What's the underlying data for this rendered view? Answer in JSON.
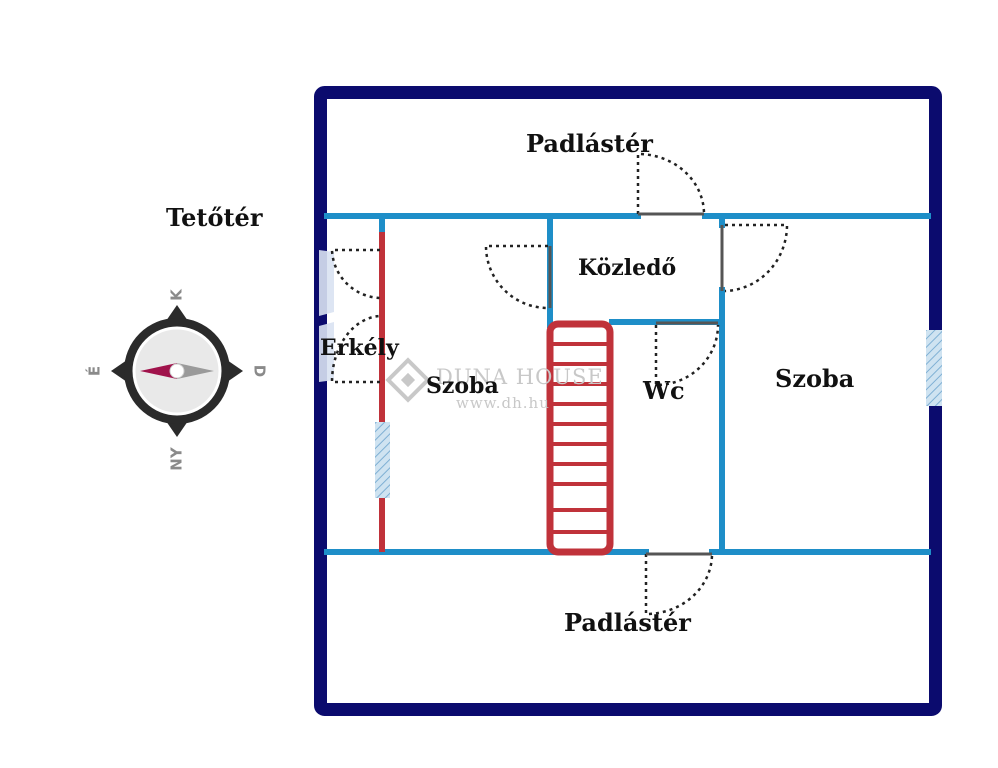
{
  "labels": {
    "tetoter": "Tetőtér",
    "padlaster_top": "Padlástér",
    "padlaster_bottom": "Padlástér",
    "kozledo": "Közledő",
    "erkely": "Erkély",
    "szoba_left": "Szoba",
    "szoba_right": "Szoba",
    "wc": "Wc"
  },
  "compass": {
    "north": "K",
    "east": "D",
    "south": "NY",
    "west": "É"
  },
  "watermark": {
    "brand": "DUNA HOUSE",
    "url": "www.dh.hu"
  },
  "colors": {
    "outer_wall": "#0b0b6e",
    "inner_wall": "#1e8ec8",
    "stairs": "#c0323a",
    "window": "#9fc6e0",
    "door": "#222222",
    "compass": "#2b2b2b"
  }
}
